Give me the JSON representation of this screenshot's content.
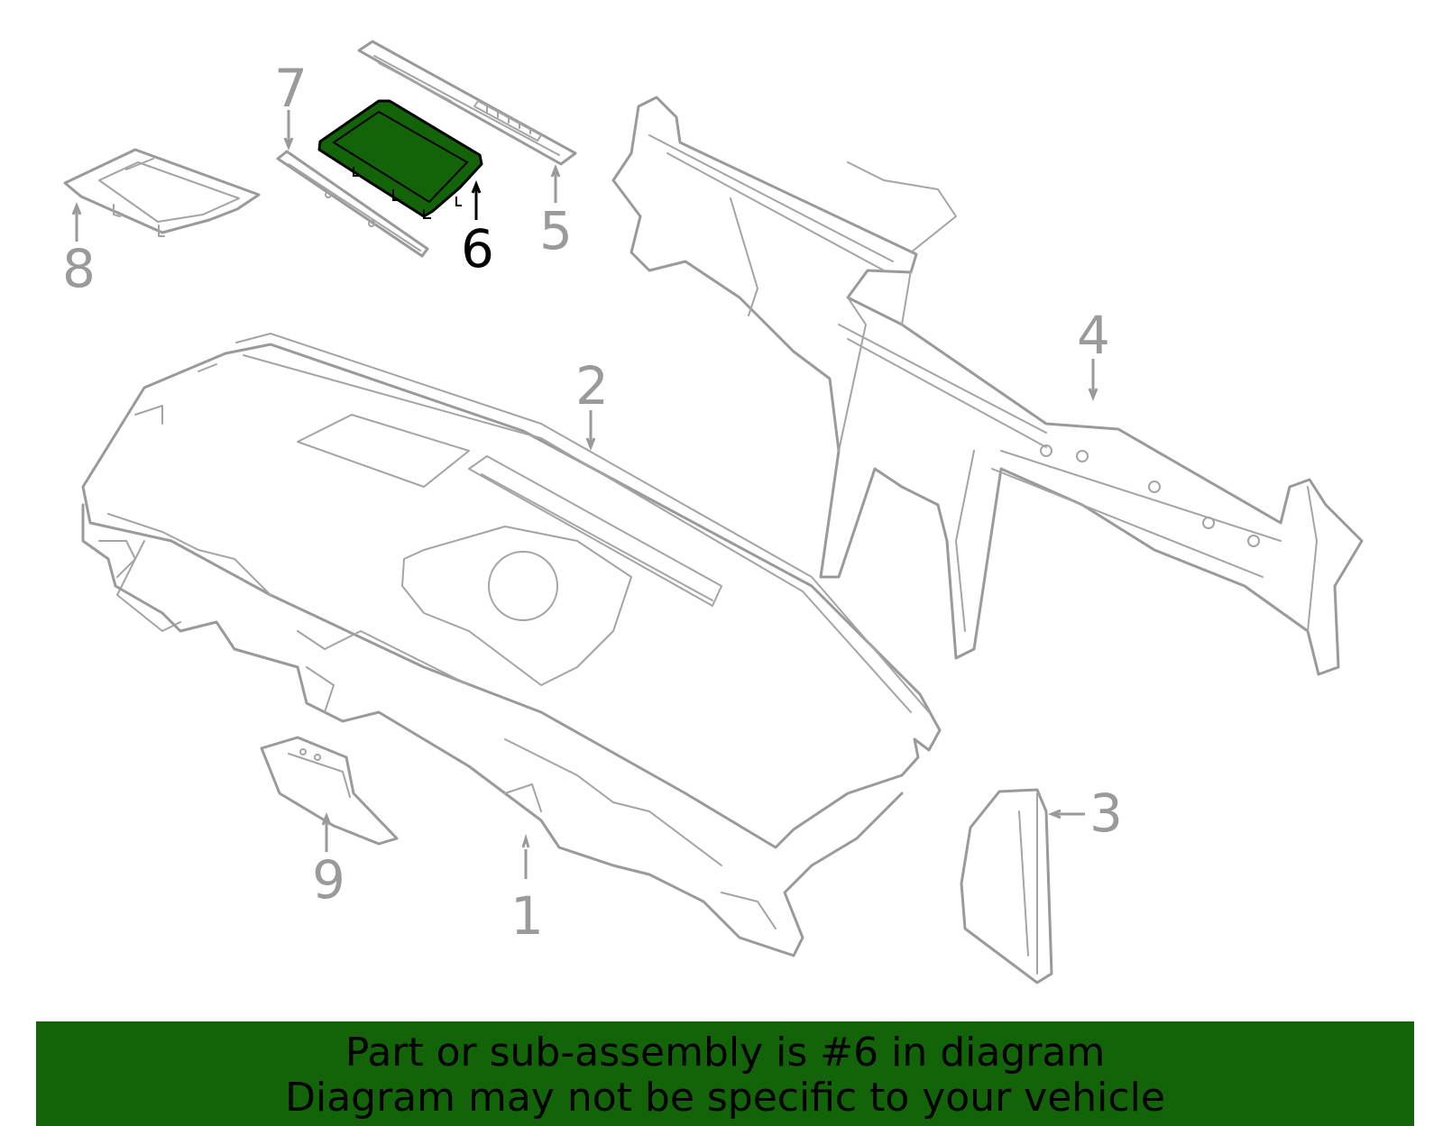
{
  "diagram": {
    "highlight_color": "#136409",
    "callouts": [
      {
        "id": "1",
        "label": "1",
        "highlighted": false
      },
      {
        "id": "2",
        "label": "2",
        "highlighted": false
      },
      {
        "id": "3",
        "label": "3",
        "highlighted": false
      },
      {
        "id": "4",
        "label": "4",
        "highlighted": false
      },
      {
        "id": "5",
        "label": "5",
        "highlighted": false
      },
      {
        "id": "6",
        "label": "6",
        "highlighted": true
      },
      {
        "id": "7",
        "label": "7",
        "highlighted": false
      },
      {
        "id": "8",
        "label": "8",
        "highlighted": false
      },
      {
        "id": "9",
        "label": "9",
        "highlighted": false
      }
    ]
  },
  "banner": {
    "line1": "Part or sub-assembly is #6 in diagram",
    "line2": "Diagram may not be specific to your vehicle",
    "background": "#136409"
  }
}
